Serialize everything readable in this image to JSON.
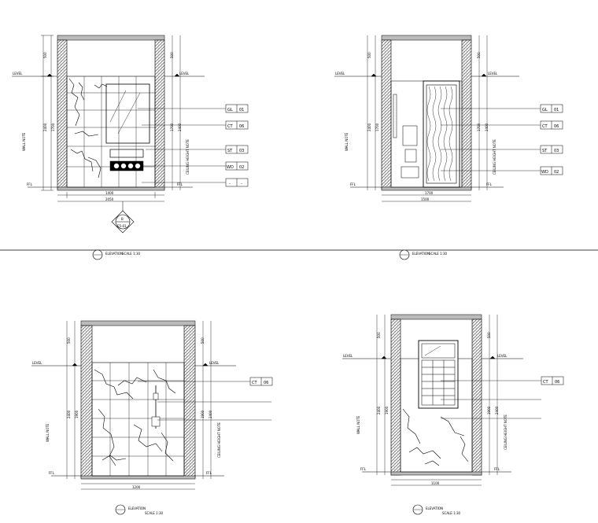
{
  "drawing": {
    "elevation_1": {
      "tags": [
        {
          "code": "GL",
          "num": "01"
        },
        {
          "code": "CT",
          "num": "06"
        },
        {
          "code": "ST",
          "num": "03"
        },
        {
          "code": "WD",
          "num": "02"
        },
        {
          "code": "-",
          "num": "-"
        }
      ],
      "dims": {
        "top": "500",
        "mid": "1700",
        "total": "2400",
        "bottom_a": "1400",
        "bottom_total": "2050"
      },
      "section_mark": {
        "top": "B",
        "bottom": "E5-01"
      }
    },
    "elevation_2": {
      "tags": [
        {
          "code": "GL",
          "num": "01"
        },
        {
          "code": "CT",
          "num": "06"
        },
        {
          "code": "ST",
          "num": "03"
        },
        {
          "code": "WD",
          "num": "02"
        }
      ],
      "dims": {
        "top": "500",
        "mid": "1700",
        "total": "2400",
        "bottom_a": "1700",
        "bottom_total": "1500"
      }
    },
    "elevation_3": {
      "tags": [
        {
          "code": "CT",
          "num": "06"
        }
      ],
      "dims": {
        "top": "500",
        "mid": "1900",
        "total": "2400",
        "bottom_total": "1200"
      }
    },
    "elevation_4": {
      "tags": [
        {
          "code": "CT",
          "num": "06"
        }
      ],
      "dims": {
        "top": "500",
        "mid": "1900",
        "total": "2400",
        "bottom_total": "1100"
      }
    }
  }
}
